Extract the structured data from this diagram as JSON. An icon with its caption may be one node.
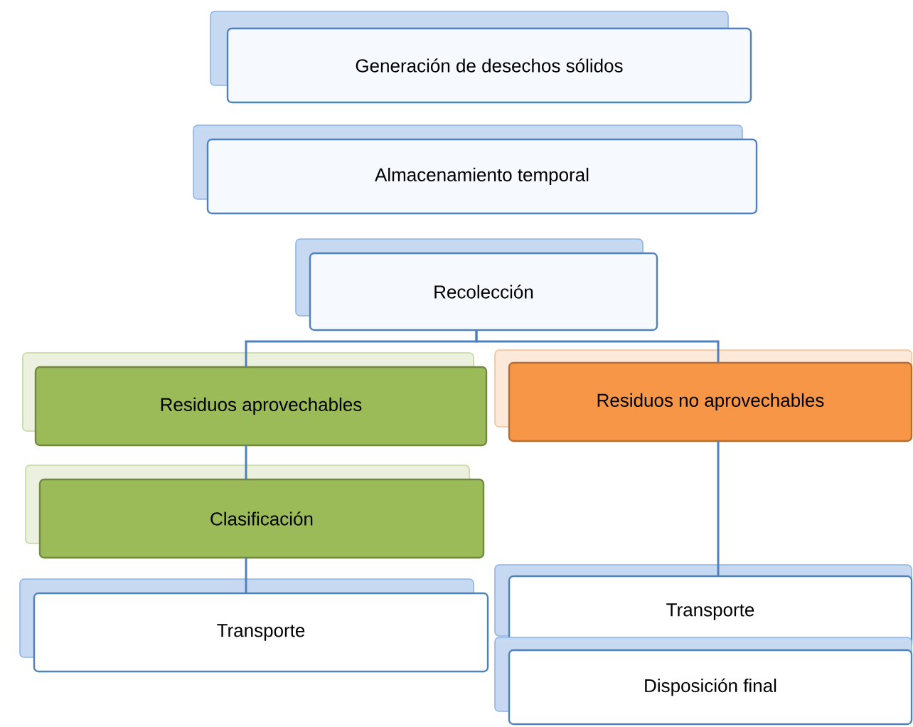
{
  "diagram": {
    "nodes": [
      {
        "text": [
          "Generación de desechos sólidos"
        ]
      },
      {
        "text": [
          "Almacenamiento temporal"
        ]
      },
      {
        "text": [
          "Recolección"
        ]
      },
      {
        "text": [
          "Residuos aprovechables"
        ]
      },
      {
        "text": [
          "Residuos no aprovechables"
        ]
      },
      {
        "text": [
          "Clasificación"
        ]
      },
      {
        "text": [
          "Transporte"
        ]
      },
      {
        "text": [
          "Transporte"
        ]
      },
      {
        "text": [
          "Disposición final"
        ]
      }
    ],
    "edges": [
      {
        "from": 2,
        "to": 3,
        "arrow": "none"
      },
      {
        "from": 2,
        "to": 4,
        "arrow": "none"
      },
      {
        "from": 3,
        "to": 5,
        "arrow": "none"
      },
      {
        "from": 5,
        "to": 6,
        "arrow": "none"
      },
      {
        "from": 4,
        "to": 7,
        "arrow": "none"
      }
    ]
  }
}
